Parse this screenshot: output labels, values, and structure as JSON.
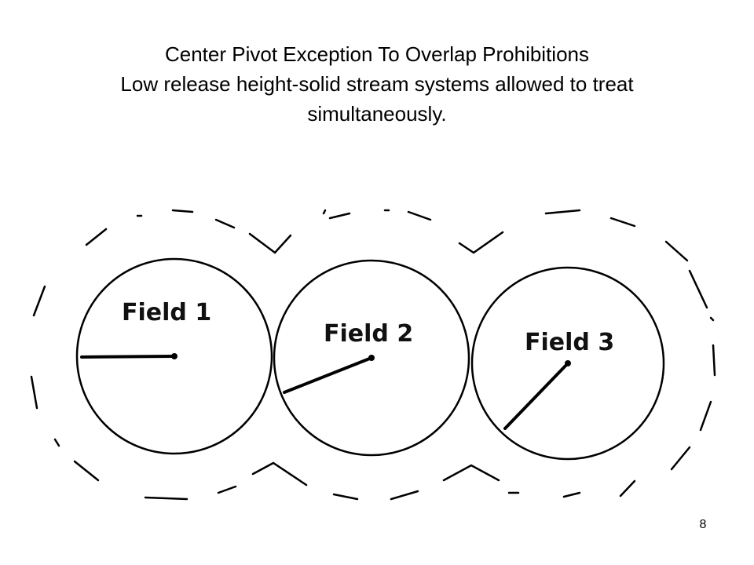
{
  "slide": {
    "title": "Center Pivot Exception To Overlap Prohibitions",
    "subtitle_line1": "Low release height-solid stream systems allowed to treat",
    "subtitle_line2": "simultaneously.",
    "page_number": "8"
  },
  "diagram": {
    "fields": [
      {
        "label": "Field 1"
      },
      {
        "label": "Field 2"
      },
      {
        "label": "Field 3"
      }
    ],
    "colors": {
      "stroke": "#000000",
      "background": "#ffffff"
    }
  }
}
